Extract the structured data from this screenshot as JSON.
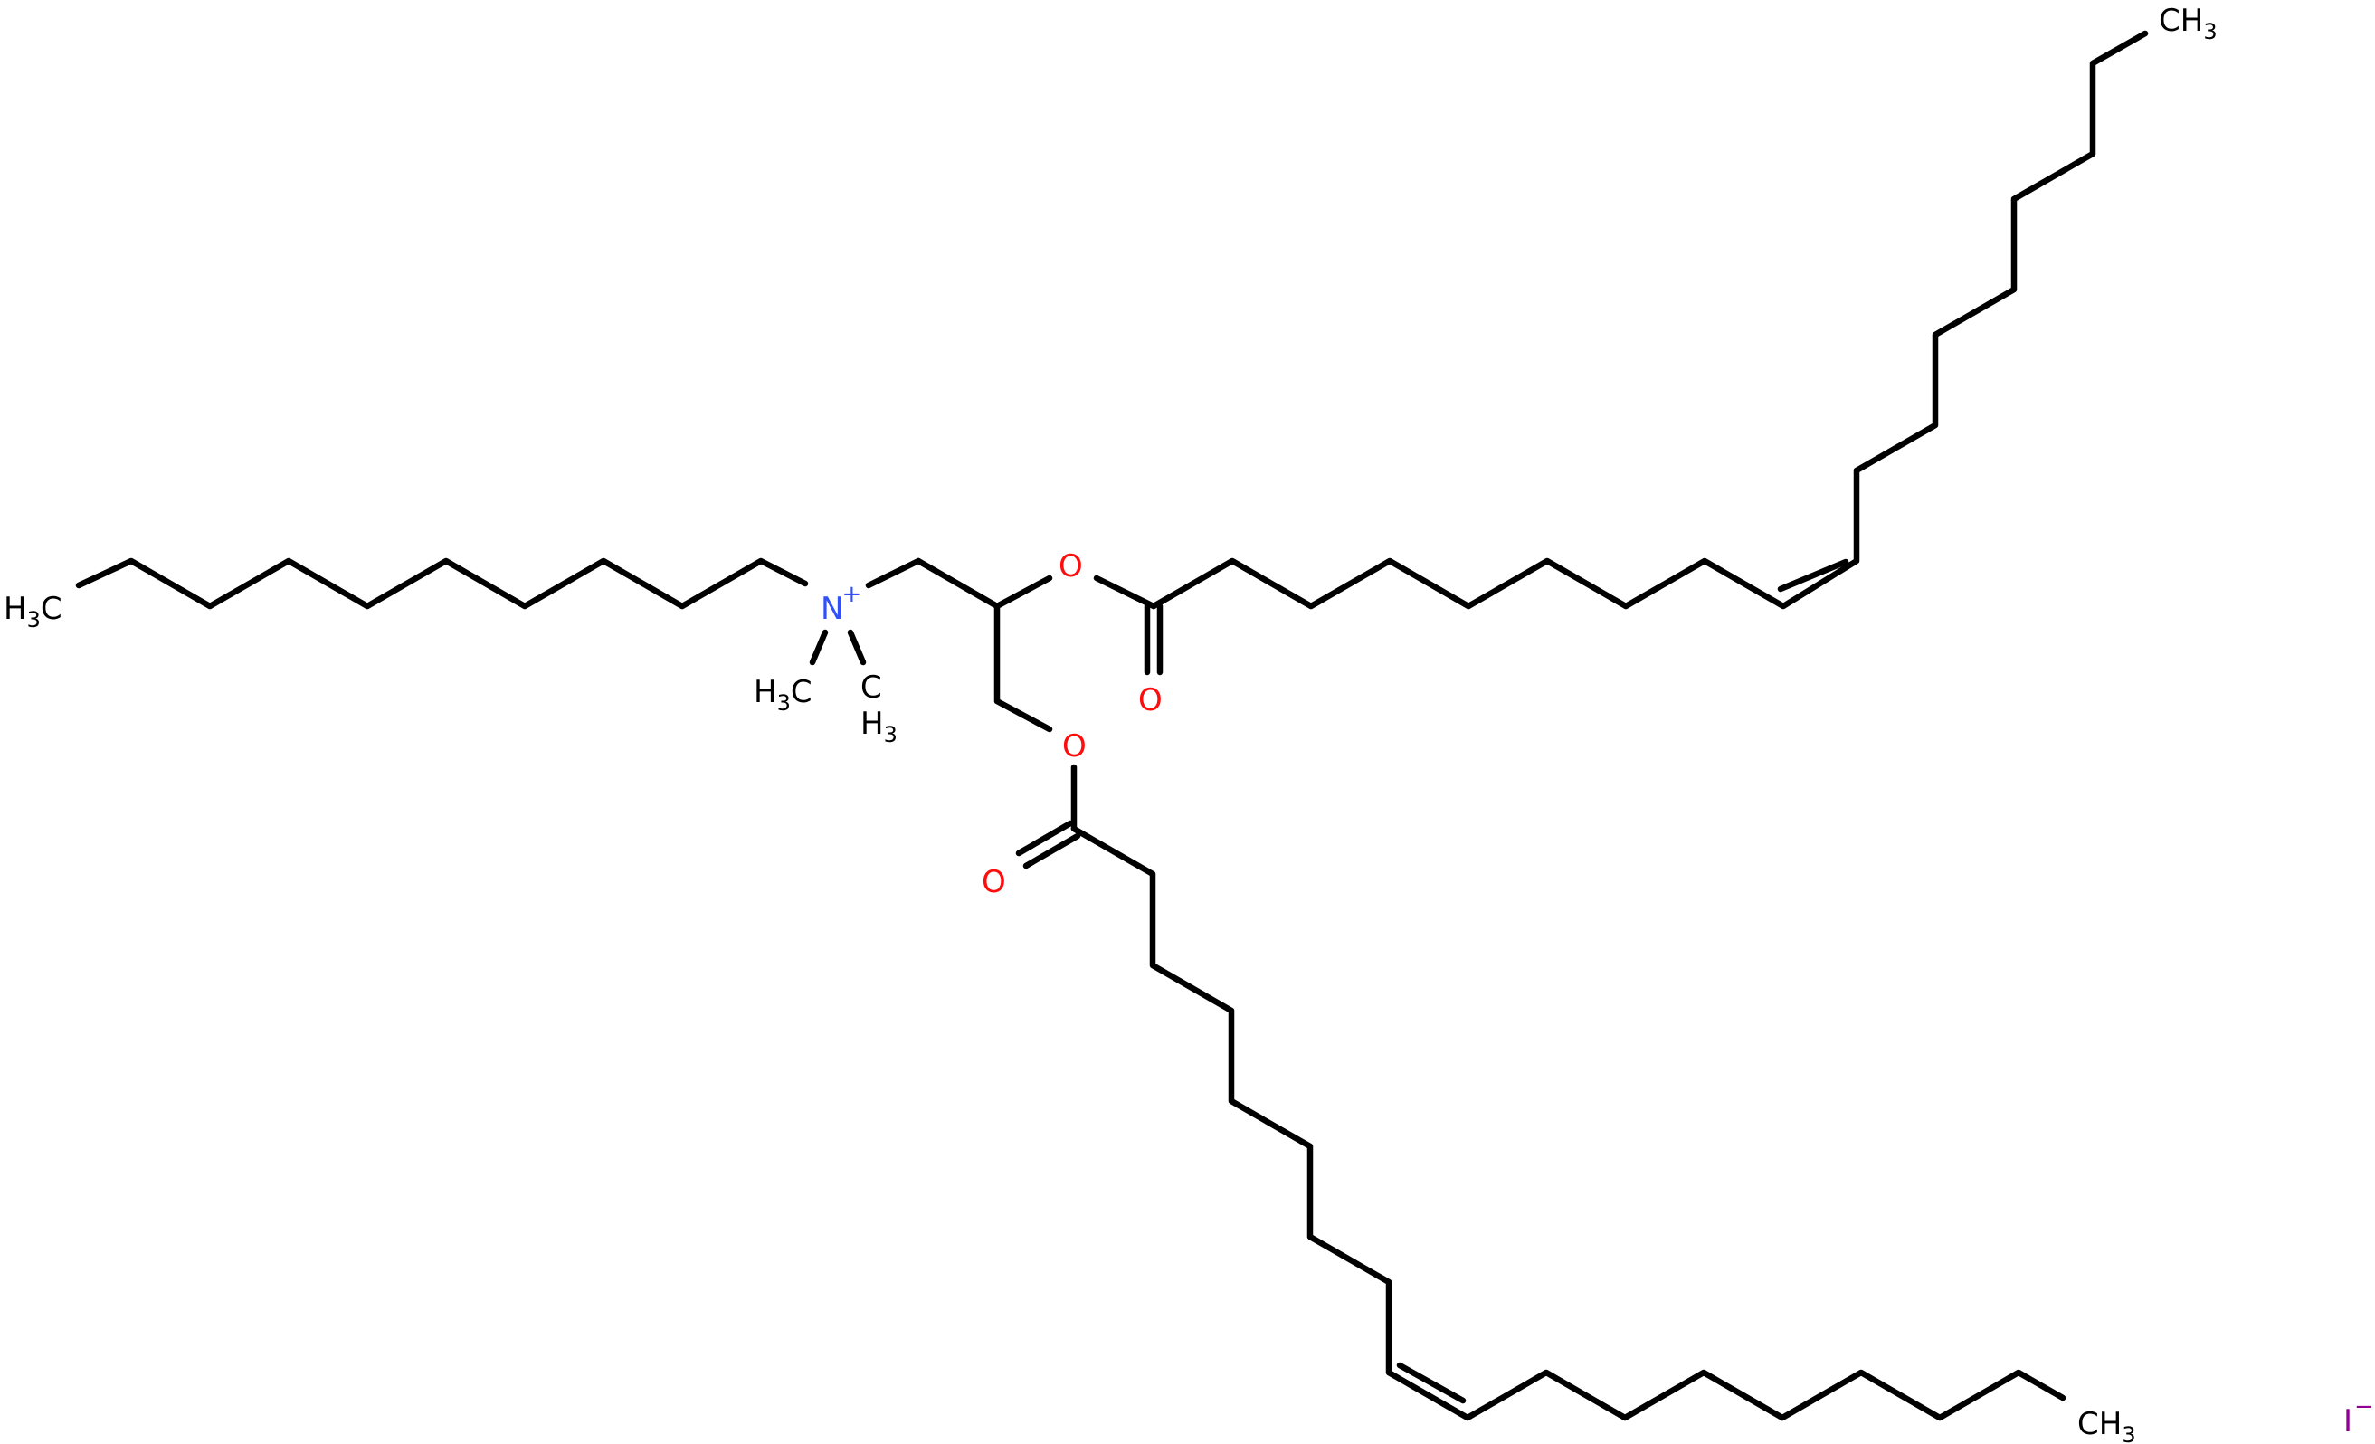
{
  "colors": {
    "bond": "#000000",
    "carbon": "#000000",
    "nitrogen": "#3050f8",
    "oxygen": "#ff0d0d",
    "iodine": "#940094",
    "background": "#ffffff"
  },
  "atoms": {
    "ammonium_n": {
      "symbol": "N",
      "charge": "+"
    },
    "decyl_terminal_methyl": {
      "main": "H",
      "sub": "3",
      "tail": "C"
    },
    "n_methyl_left": {
      "main": "H",
      "sub": "3",
      "tail": "C"
    },
    "n_methyl_right": {
      "main": "C",
      "sub_h": "H",
      "sub": "3"
    },
    "ester_o_upper": {
      "symbol": "O"
    },
    "carbonyl_o_upper": {
      "symbol": "O"
    },
    "ester_o_lower": {
      "symbol": "O"
    },
    "carbonyl_o_lower": {
      "symbol": "O"
    },
    "oleoyl_upper_methyl": {
      "main": "CH",
      "sub": "3"
    },
    "oleoyl_lower_methyl": {
      "main": "CH",
      "sub": "3"
    },
    "iodide": {
      "symbol": "I",
      "charge": "−"
    }
  }
}
